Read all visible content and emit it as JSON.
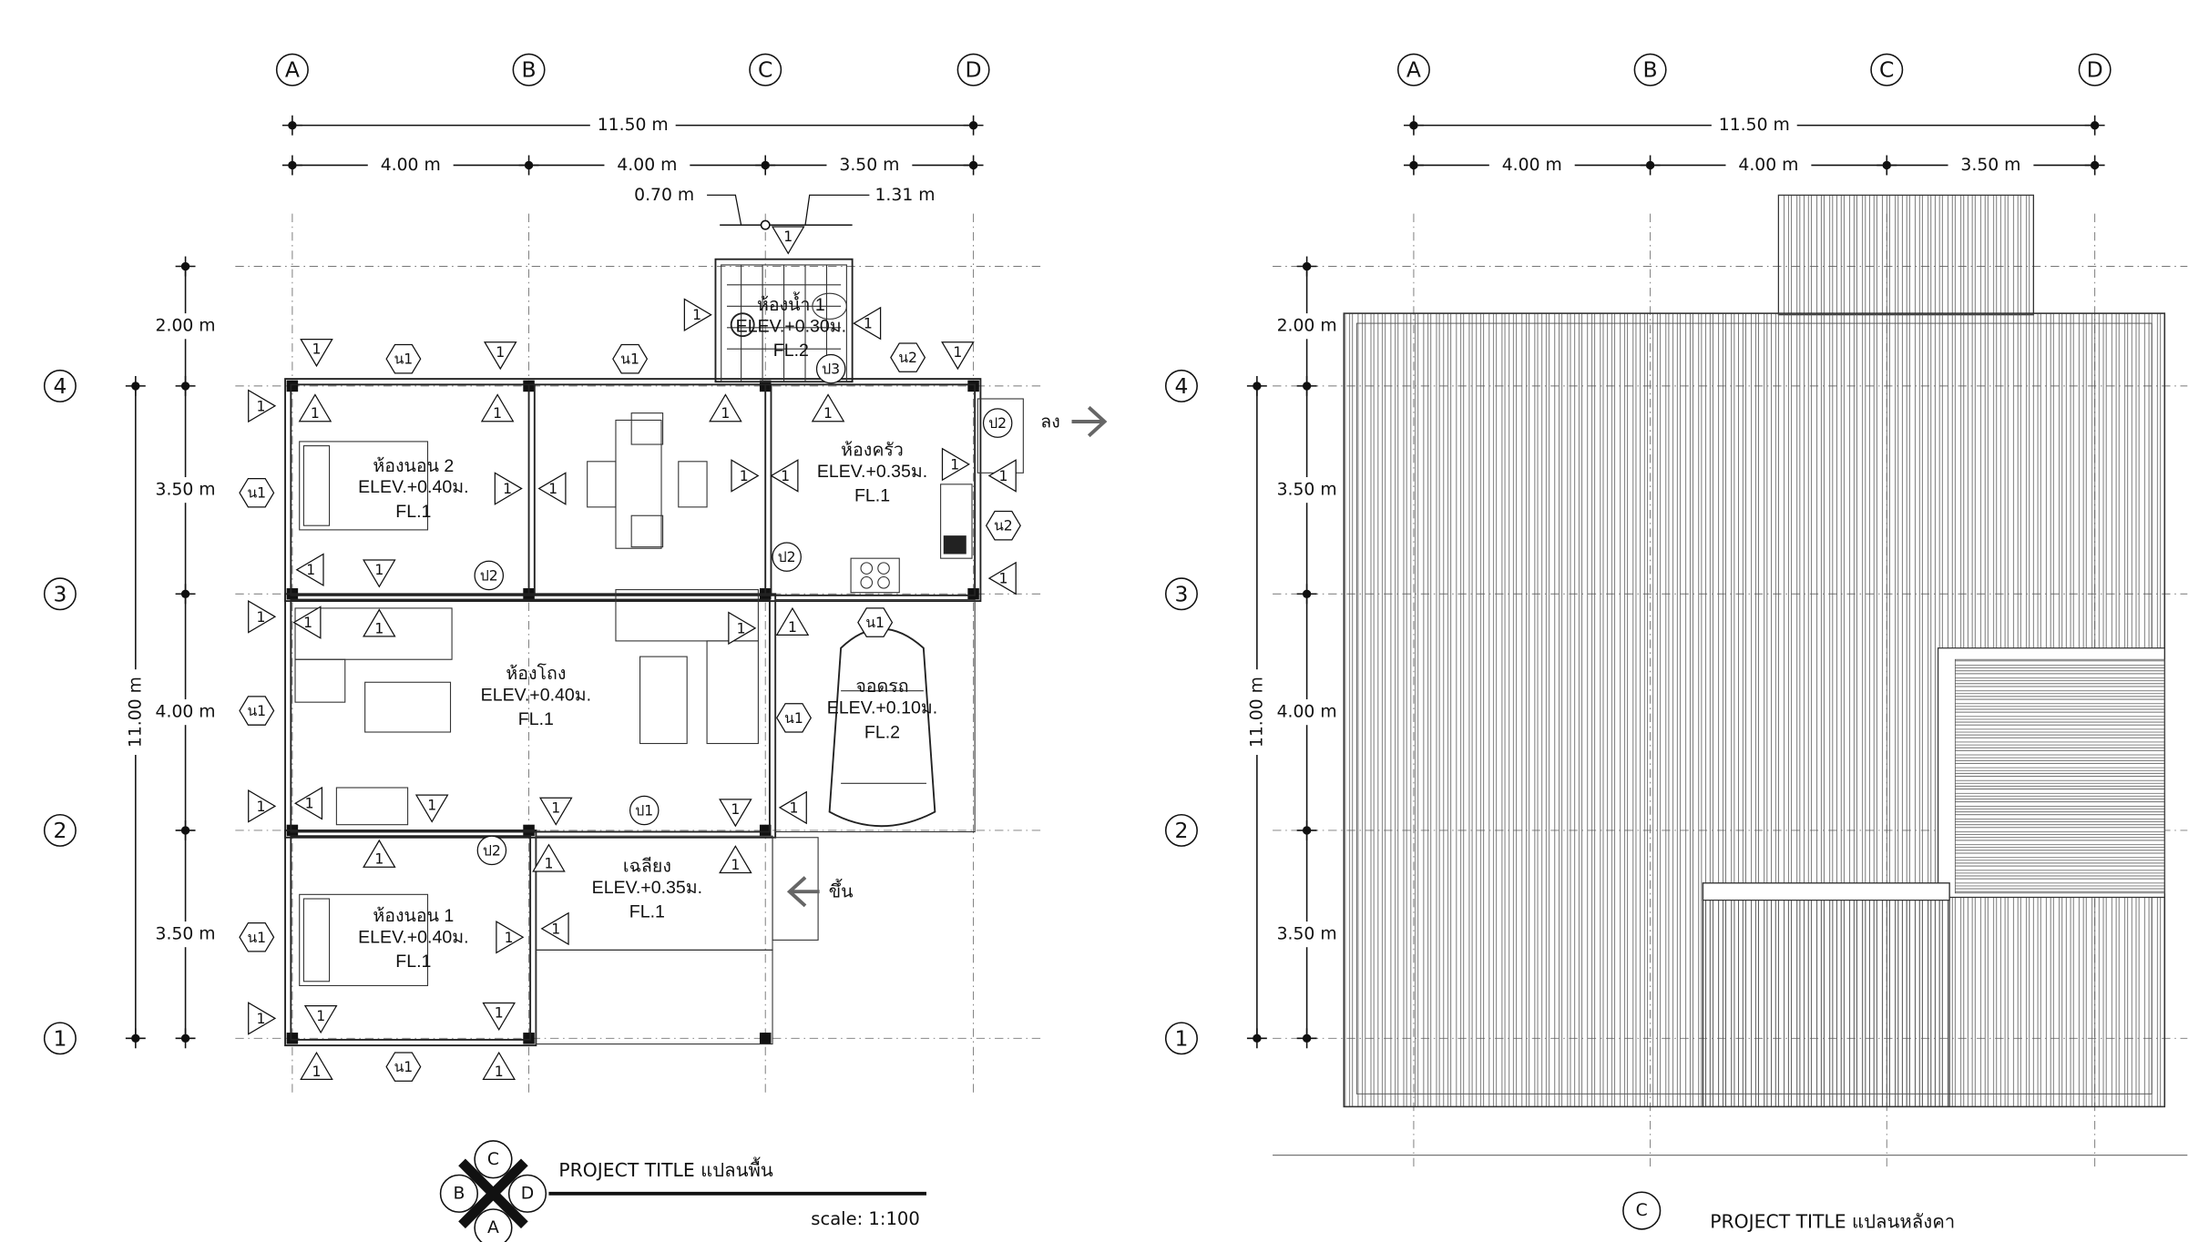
{
  "grid": {
    "cols": [
      "A",
      "B",
      "C",
      "D"
    ],
    "rows": [
      "4",
      "3",
      "2",
      "1"
    ]
  },
  "dims": {
    "overall_h": "11.50 m",
    "spans_h": [
      "4.00 m",
      "4.00 m",
      "3.50 m"
    ],
    "bath_h": [
      "0.70 m",
      "1.31 m"
    ],
    "overall_v": "11.00 m",
    "spans_v": [
      "2.00 m",
      "3.50 m",
      "4.00 m",
      "3.50 m"
    ]
  },
  "rooms": [
    {
      "name": "ห้องนอน 2",
      "elev": "ELEV.+0.40ม.",
      "fl": "FL.1"
    },
    {
      "name": "ห้องน้ำ 1",
      "elev": "ELEV.+0.30ม.",
      "fl": "FL.2"
    },
    {
      "name": "ห้องครัว",
      "elev": "ELEV.+0.35ม.",
      "fl": "FL.1"
    },
    {
      "name": "ห้องโถง",
      "elev": "ELEV.+0.40ม.",
      "fl": "FL.1"
    },
    {
      "name": "จอดรถ",
      "elev": "ELEV.+0.10ม.",
      "fl": "FL.2"
    },
    {
      "name": "เฉลียง",
      "elev": "ELEV.+0.35ม.",
      "fl": "FL.1"
    },
    {
      "name": "ห้องนอน 1",
      "elev": "ELEV.+0.40ม.",
      "fl": "FL.1"
    }
  ],
  "annotations": {
    "down": "ลง",
    "up": "ขึ้น"
  },
  "tags": [
    "1",
    "น1",
    "1",
    "น1",
    "น2",
    "1",
    "1",
    "1",
    "1",
    "ป3",
    "1",
    "1",
    "1",
    "1",
    "1",
    "ป2",
    "1",
    "1",
    "น1",
    "1",
    "1",
    "1",
    "1",
    "น2",
    "1",
    "1",
    "ป2",
    "ป2",
    "1",
    "1",
    "1",
    "1",
    "1",
    "1",
    "น1",
    "น1",
    "น1",
    "1",
    "1",
    "1",
    "1",
    "ป1",
    "1",
    "1",
    "1",
    "ป2",
    "1",
    "1",
    "น1",
    "1",
    "1",
    "1",
    "1",
    "1",
    "1",
    "น1",
    "1"
  ],
  "compass": {
    "labels": [
      "C",
      "B",
      "D",
      "A"
    ]
  },
  "floor_title": {
    "title": "PROJECT TITLE  แปลนพื้น",
    "scale": "scale: 1:100"
  },
  "roof_title": {
    "title": "PROJECT TITLE  แปลนหลังคา"
  }
}
